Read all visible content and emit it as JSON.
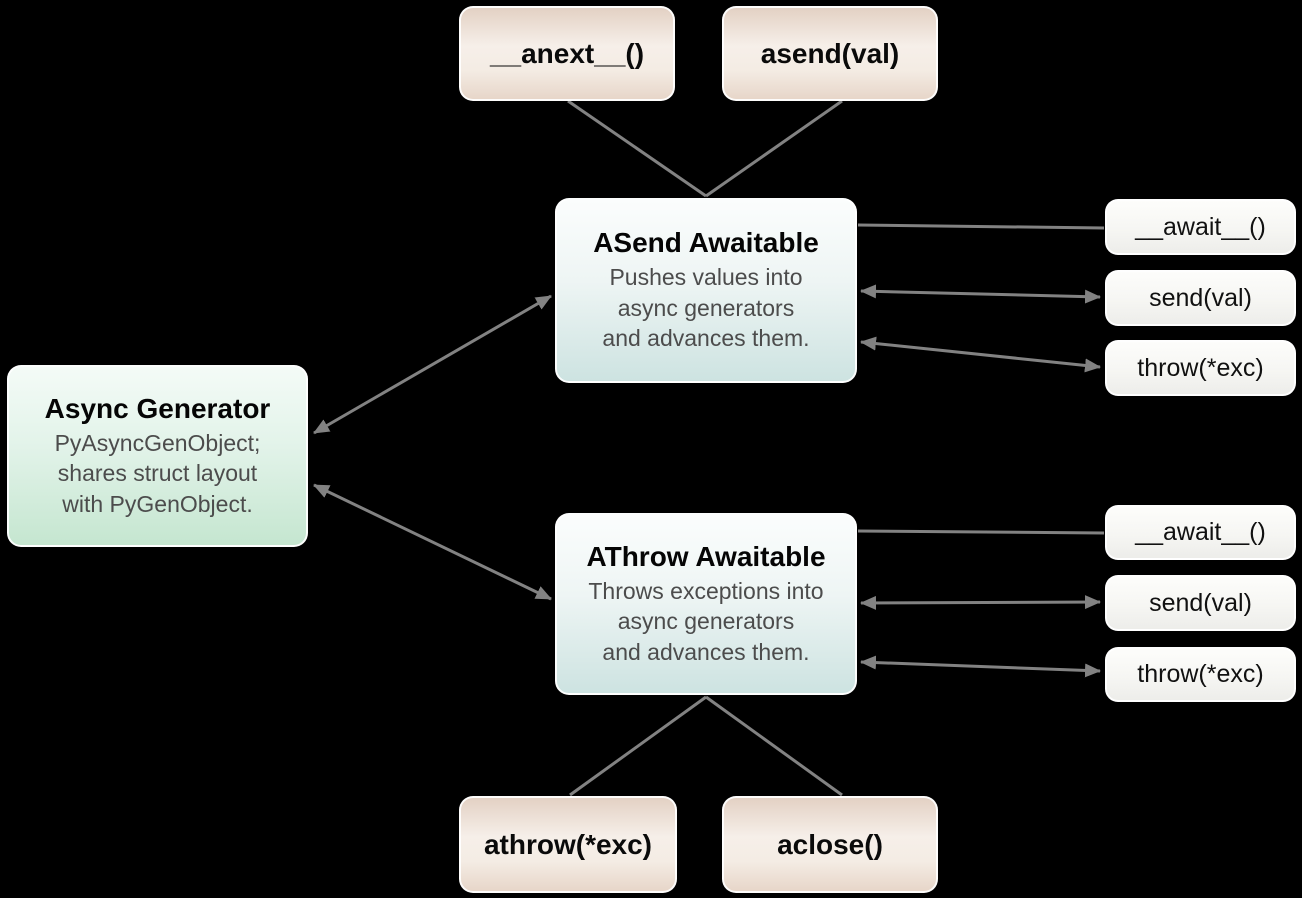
{
  "diagram": {
    "nodes": {
      "async_generator": {
        "title": "Async Generator",
        "description": "PyAsyncGenObject;\nshares struct layout\nwith PyGenObject."
      },
      "asend_awaitable": {
        "title": "ASend Awaitable",
        "description": "Pushes values into\nasync generators\nand advances them."
      },
      "athrow_awaitable": {
        "title": "AThrow Awaitable",
        "description": "Throws exceptions into\nasync generators\nand advances them."
      },
      "anext_method": {
        "label": "__anext__()"
      },
      "asend_method": {
        "label": "asend(val)"
      },
      "athrow_method": {
        "label": "athrow(*exc)"
      },
      "aclose_method": {
        "label": "aclose()"
      },
      "asend_interface": {
        "await": "__await__()",
        "send": "send(val)",
        "throw": "throw(*exc)"
      },
      "athrow_interface": {
        "await": "__await__()",
        "send": "send(val)",
        "throw": "throw(*exc)"
      }
    },
    "edges": [
      {
        "from": "__anext__()",
        "to": "ASend Awaitable",
        "style": "line"
      },
      {
        "from": "asend(val)",
        "to": "ASend Awaitable",
        "style": "line"
      },
      {
        "from": "Async Generator",
        "to": "ASend Awaitable",
        "style": "double-arrow"
      },
      {
        "from": "Async Generator",
        "to": "AThrow Awaitable",
        "style": "double-arrow"
      },
      {
        "from": "ASend Awaitable",
        "to": "__await__()",
        "style": "line"
      },
      {
        "from": "ASend Awaitable",
        "to": "send(val)",
        "style": "double-arrow"
      },
      {
        "from": "ASend Awaitable",
        "to": "throw(*exc)",
        "style": "double-arrow"
      },
      {
        "from": "AThrow Awaitable",
        "to": "__await__()",
        "style": "line"
      },
      {
        "from": "AThrow Awaitable",
        "to": "send(val)",
        "style": "double-arrow"
      },
      {
        "from": "AThrow Awaitable",
        "to": "throw(*exc)",
        "style": "double-arrow"
      },
      {
        "from": "AThrow Awaitable",
        "to": "athrow(*exc)",
        "style": "line"
      },
      {
        "from": "AThrow Awaitable",
        "to": "aclose()",
        "style": "line"
      }
    ],
    "colors": {
      "background": "#000000",
      "edge": "#828282",
      "method_box_top": "#e3d1c4",
      "method_box_bottom": "#e7d6c9",
      "awaitable_box_top": "#fbfdfd",
      "awaitable_box_bottom": "#cde3e1",
      "generator_box_top": "#f4fbf7",
      "generator_box_bottom": "#c5e6d0",
      "pill_top": "#fdfdfb",
      "pill_bottom": "#ededea",
      "title_text": "#050505",
      "description_text": "#4c4c4c"
    }
  }
}
